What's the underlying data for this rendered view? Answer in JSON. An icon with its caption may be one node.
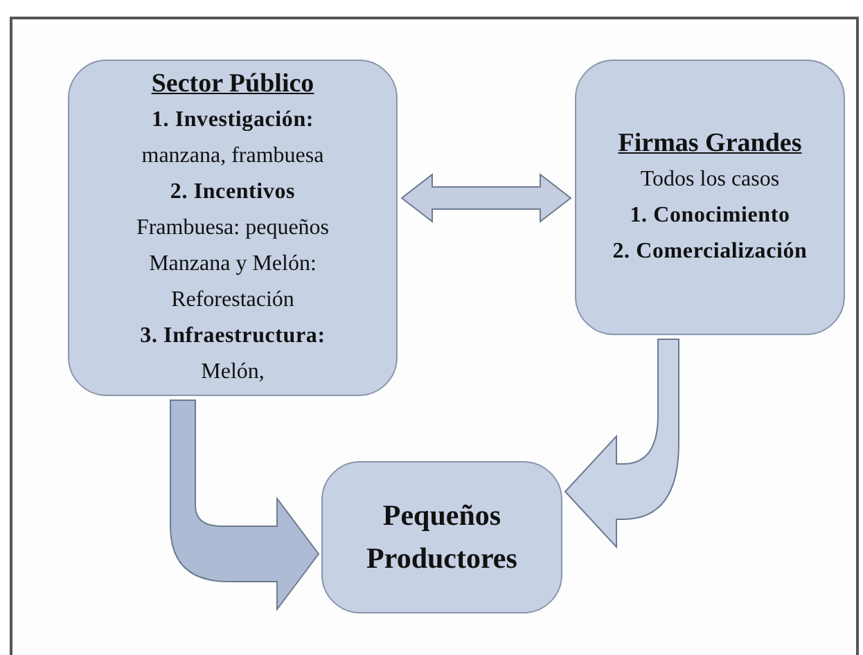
{
  "diagram": {
    "nodes": [
      {
        "text": [
          "Sector Público",
          "1. Investigación:",
          "manzana, frambuesa",
          "2. Incentivos",
          "Frambuesa: pequeños",
          "Manzana y Melón: Reforestación",
          "3. Infraestructura:",
          "Melón,"
        ]
      },
      {
        "text": [
          "Firmas Grandes",
          "Todos los casos",
          "1. Conocimiento",
          "2. Comercialización"
        ]
      },
      {
        "text": [
          "Pequeños Productores"
        ]
      }
    ],
    "edges": [
      {
        "from": 0,
        "to": 1,
        "arrow": "both"
      },
      {
        "from": 0,
        "to": 2,
        "arrow": "to"
      },
      {
        "from": 1,
        "to": 2,
        "arrow": "to"
      }
    ]
  }
}
